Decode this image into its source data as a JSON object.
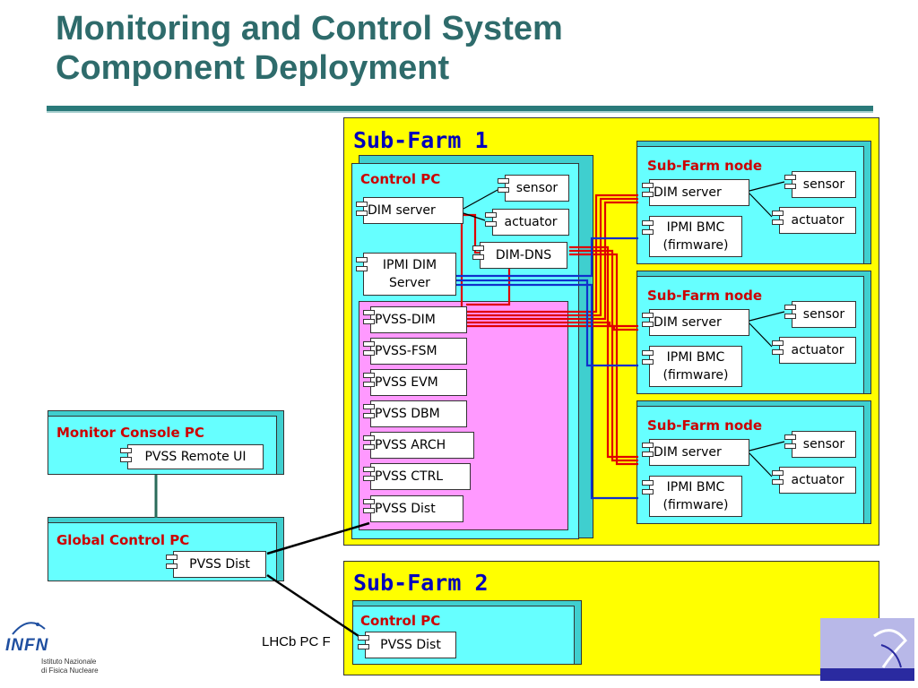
{
  "title_line1": "Monitoring and Control System",
  "title_line2": "Component Deployment",
  "subfarm1": {
    "title": "Sub-Farm 1",
    "control_pc": {
      "label": "Control PC",
      "dim_server": "DIM server",
      "sensor": "sensor",
      "actuator": "actuator",
      "dim_dns": "DIM-DNS",
      "ipmi_dim_server_l1": "IPMI DIM",
      "ipmi_dim_server_l2": "Server",
      "pvss": [
        "PVSS-DIM",
        "PVSS-FSM",
        "PVSS EVM",
        "PVSS DBM",
        "PVSS ARCH",
        "PVSS CTRL",
        "PVSS Dist"
      ]
    },
    "nodes": [
      {
        "label": "Sub-Farm node",
        "dim_server": "DIM server",
        "sensor": "sensor",
        "actuator": "actuator",
        "ipmi_l1": "IPMI BMC",
        "ipmi_l2": "(firmware)"
      },
      {
        "label": "Sub-Farm node",
        "dim_server": "DIM server",
        "sensor": "sensor",
        "actuator": "actuator",
        "ipmi_l1": "IPMI BMC",
        "ipmi_l2": "(firmware)"
      },
      {
        "label": "Sub-Farm node",
        "dim_server": "DIM server",
        "sensor": "sensor",
        "actuator": "actuator",
        "ipmi_l1": "IPMI BMC",
        "ipmi_l2": "(firmware)"
      }
    ]
  },
  "subfarm2": {
    "title": "Sub-Farm 2",
    "control_pc_label": "Control PC",
    "pvss_dist": "PVSS Dist"
  },
  "monitor_console": {
    "label": "Monitor Console PC",
    "component": "PVSS Remote UI"
  },
  "global_control": {
    "label": "Global Control PC",
    "component": "PVSS Dist"
  },
  "footer_text": "LHCb PC F",
  "infn_logo": {
    "brand": "INFN",
    "line1": "Istituto Nazionale",
    "line2": "di Fisica Nucleare"
  },
  "colors": {
    "title": "#2e6b6b",
    "farm_bg": "#ffff00",
    "pc_bg": "#66ffff",
    "pvss_bg": "#ff99ff",
    "red_link": "#e00000",
    "blue_link": "#1030cc"
  }
}
